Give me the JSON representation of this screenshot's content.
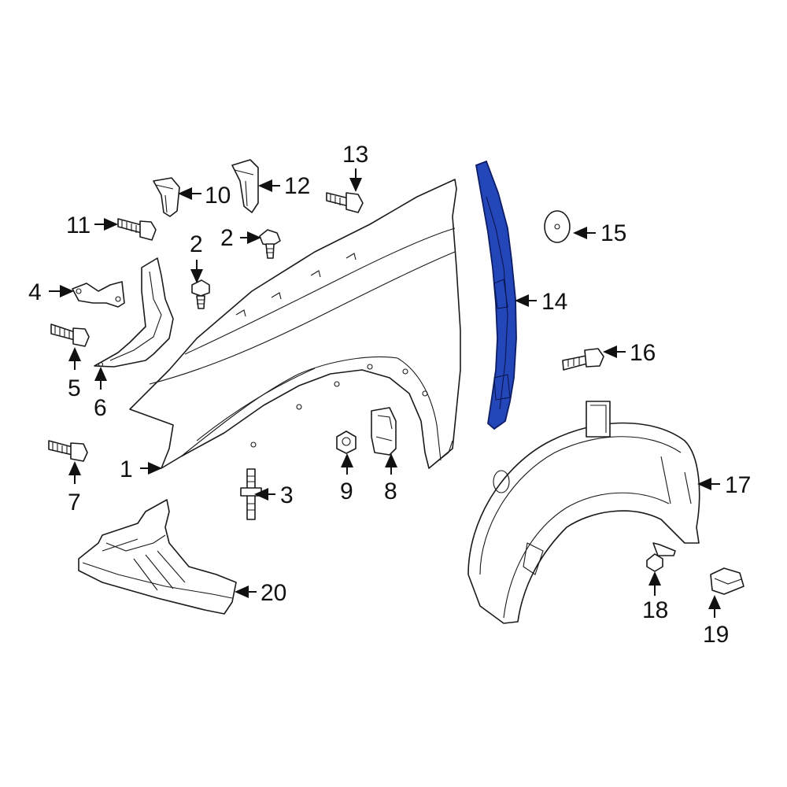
{
  "diagram": {
    "highlight_color": "#2346b8",
    "callouts": [
      {
        "id": "1",
        "text": "1"
      },
      {
        "id": "2a",
        "text": "2"
      },
      {
        "id": "2b",
        "text": "2"
      },
      {
        "id": "3",
        "text": "3"
      },
      {
        "id": "4",
        "text": "4"
      },
      {
        "id": "5",
        "text": "5"
      },
      {
        "id": "6",
        "text": "6"
      },
      {
        "id": "7",
        "text": "7"
      },
      {
        "id": "8",
        "text": "8"
      },
      {
        "id": "9",
        "text": "9"
      },
      {
        "id": "10",
        "text": "10"
      },
      {
        "id": "11",
        "text": "11"
      },
      {
        "id": "12",
        "text": "12"
      },
      {
        "id": "13",
        "text": "13"
      },
      {
        "id": "14",
        "text": "14"
      },
      {
        "id": "15",
        "text": "15"
      },
      {
        "id": "16",
        "text": "16"
      },
      {
        "id": "17",
        "text": "17"
      },
      {
        "id": "18",
        "text": "18"
      },
      {
        "id": "19",
        "text": "19"
      },
      {
        "id": "20",
        "text": "20"
      }
    ]
  }
}
